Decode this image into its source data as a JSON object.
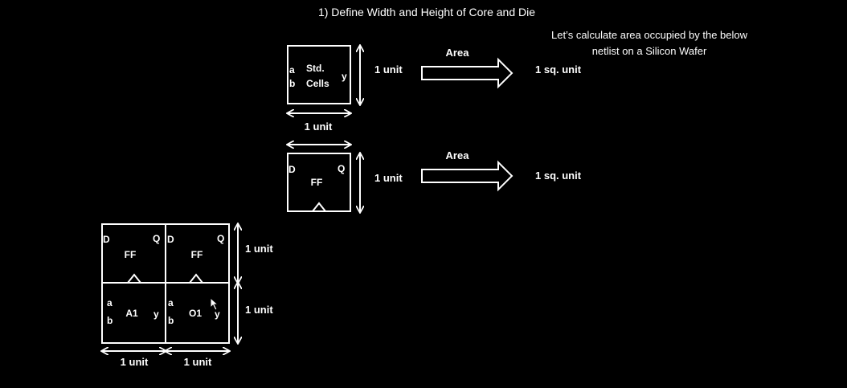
{
  "title": "1) Define Width and Height of Core and Die",
  "note": {
    "line1": "Let’s calculate area occupied by the below",
    "line2": "netlist on a Silicon Wafer"
  },
  "std_cell": {
    "pin_a": "a",
    "pin_b": "b",
    "label1": "Std.",
    "label2": "Cells",
    "pin_y": "y",
    "height_label": "1 unit",
    "width_label": "1 unit",
    "area_label": "Area",
    "result": "1 sq. unit"
  },
  "ff_cell": {
    "pin_d": "D",
    "pin_q": "Q",
    "label": "FF",
    "height_label": "1 unit",
    "area_label": "Area",
    "result": "1 sq. unit"
  },
  "netlist": {
    "ff1": {
      "d": "D",
      "q": "Q",
      "label": "FF"
    },
    "ff2": {
      "d": "D",
      "q": "Q",
      "label": "FF"
    },
    "a1": {
      "a": "a",
      "b": "b",
      "label": "A1",
      "y": "y"
    },
    "o1": {
      "a": "a",
      "b": "b",
      "label": "O1",
      "y": "y"
    },
    "height_top": "1 unit",
    "height_bottom": "1 unit",
    "width_left": "1 unit",
    "width_right": "1 unit"
  }
}
